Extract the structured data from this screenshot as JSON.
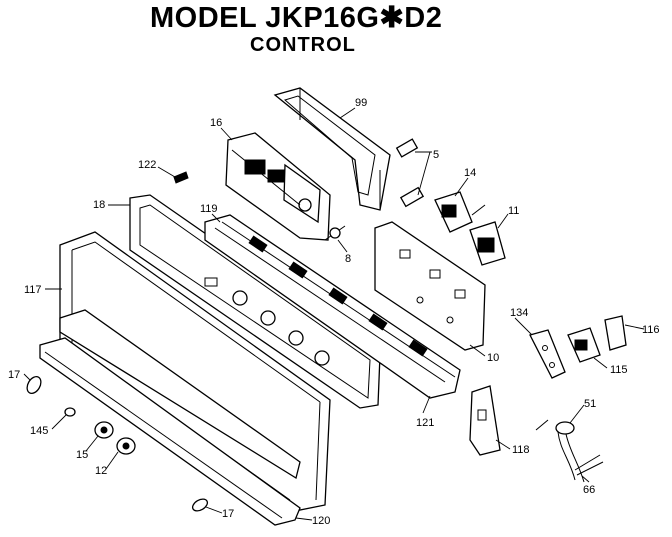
{
  "header": {
    "model_prefix": "MODEL JKP16G",
    "model_symbol": "✱",
    "model_suffix": "D2",
    "subtitle": "CONTROL"
  },
  "callouts": {
    "p99": "99",
    "p16": "16",
    "p5": "5",
    "p14": "14",
    "p11": "11",
    "p122": "122",
    "p18": "18",
    "p119": "119",
    "p8": "8",
    "p117": "117",
    "p134": "134",
    "p116": "116",
    "p10": "10",
    "p115": "115",
    "p17a": "17",
    "p145": "145",
    "p121": "121",
    "p51": "51",
    "p15": "15",
    "p12": "12",
    "p118": "118",
    "p66": "66",
    "p17b": "17",
    "p120": "120"
  }
}
